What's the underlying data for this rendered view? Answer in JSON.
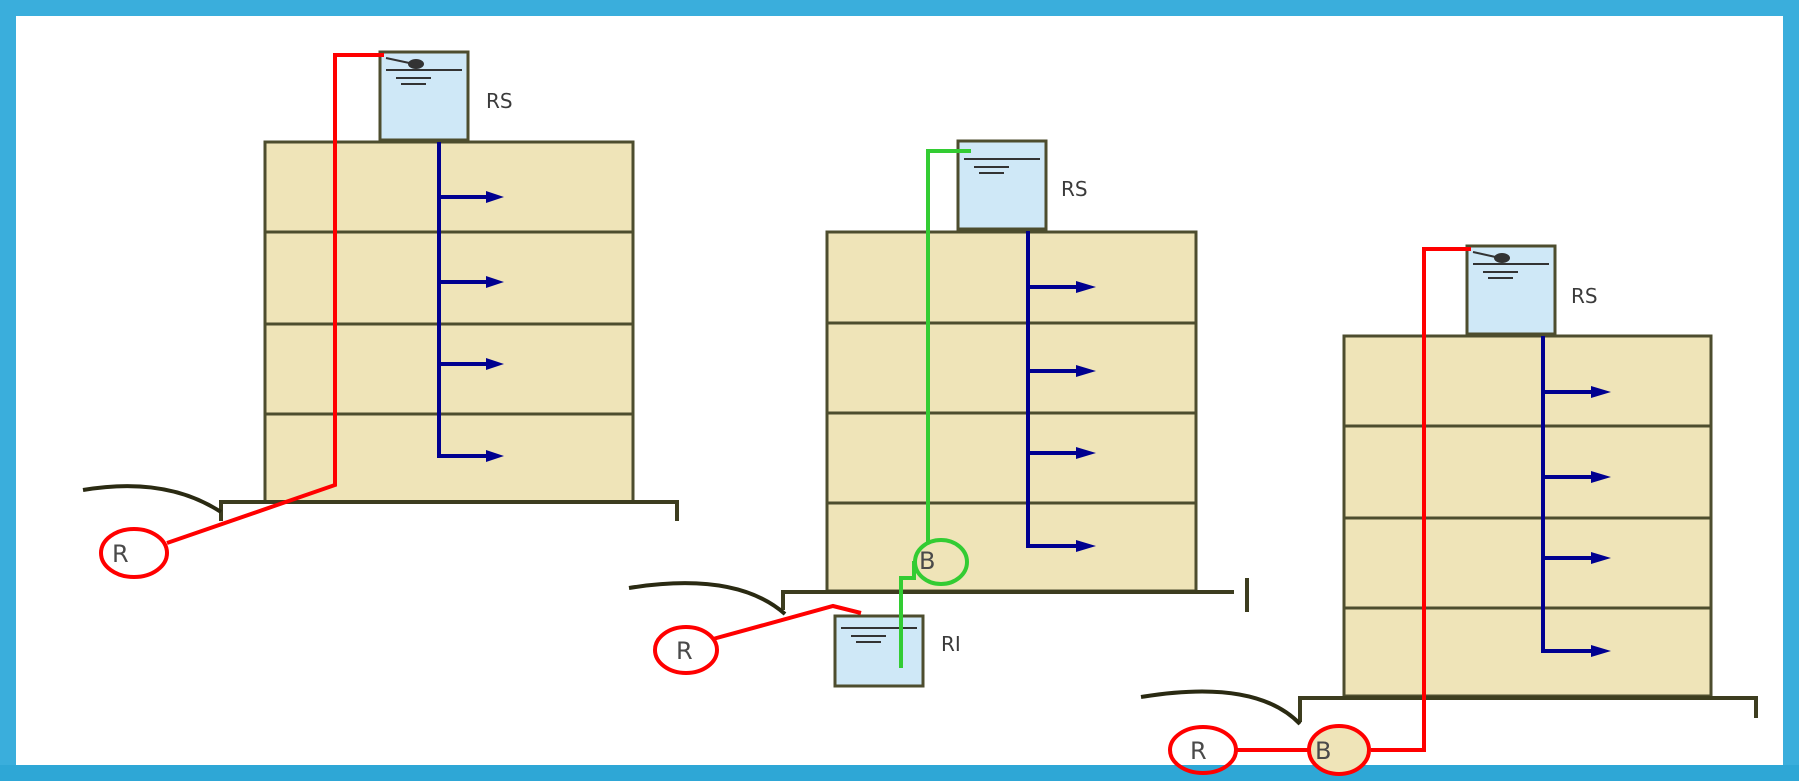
{
  "diagram": {
    "colors": {
      "frame": "#3aaedc",
      "floor_fill": "#efe4b8",
      "floor_stroke": "#4d4d2e",
      "tank_fill": "#cfe8f7",
      "supply_red": "#ff0000",
      "supply_green": "#33cc33",
      "distribution_blue": "#000090",
      "ground": "#3d3d1f",
      "pump_fill": "#efe4b8"
    },
    "systems": [
      {
        "tank_top_label": "RS",
        "network_label": "R"
      },
      {
        "tank_top_label": "RS",
        "pump_label": "B",
        "tank_bottom_label": "RI",
        "network_label": "R"
      },
      {
        "tank_top_label": "RS",
        "network_label": "R",
        "pump_label": "B"
      }
    ]
  }
}
